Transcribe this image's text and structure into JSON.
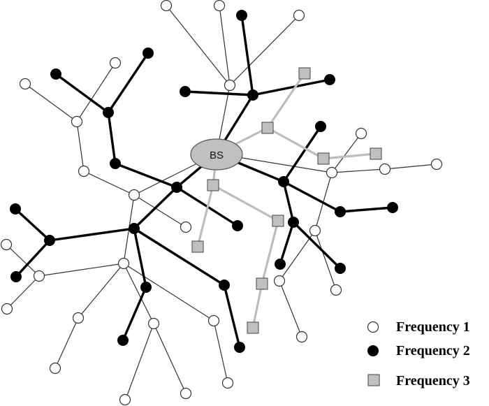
{
  "base_station": {
    "label": "BS"
  },
  "legend": [
    {
      "label": "Frequency 1",
      "kind": "open-circle"
    },
    {
      "label": "Frequency 2",
      "kind": "filled-circle"
    },
    {
      "label": "Frequency 3",
      "kind": "gray-square"
    }
  ],
  "colors": {
    "frequency_1": "#ffffff",
    "frequency_2": "#000000",
    "frequency_3": "#c0c0c0",
    "base_station": "#c0c0c0"
  }
}
